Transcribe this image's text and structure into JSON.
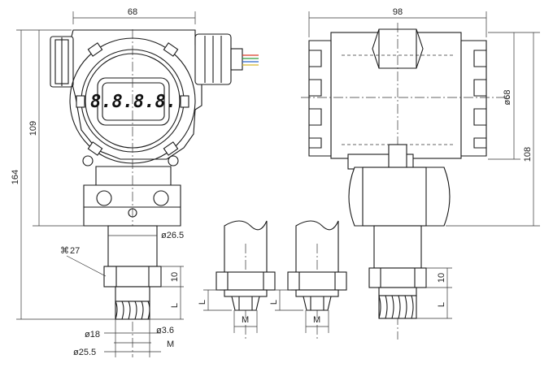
{
  "display_readout": "8.8.8.8.",
  "dimensions": {
    "front_width": "68",
    "front_height_upper": "109",
    "overall_height": "164",
    "connection_diameter_1": "ø26.5",
    "wrench_size": "27",
    "thread_length_1": "10",
    "thread_length_2": "10",
    "thread_length_3": "L",
    "l_label_1": "L",
    "l_label_2": "L",
    "l_label_3": "L",
    "diameter_18": "ø18",
    "diameter_3_6": "ø3.6",
    "diameter_25_5": "ø25.5",
    "m_label_front": "M",
    "m_label_2": "M",
    "m_label_3": "M",
    "side_width": "98",
    "side_diameter": "ø68",
    "side_height": "108",
    "side_thread_10": "10",
    "side_l": "L"
  },
  "colors": {
    "wire_red": "#d93a2b",
    "wire_green": "#2f9a3c",
    "wire_blue": "#2c66c9",
    "wire_yellow": "#d8b72a"
  }
}
